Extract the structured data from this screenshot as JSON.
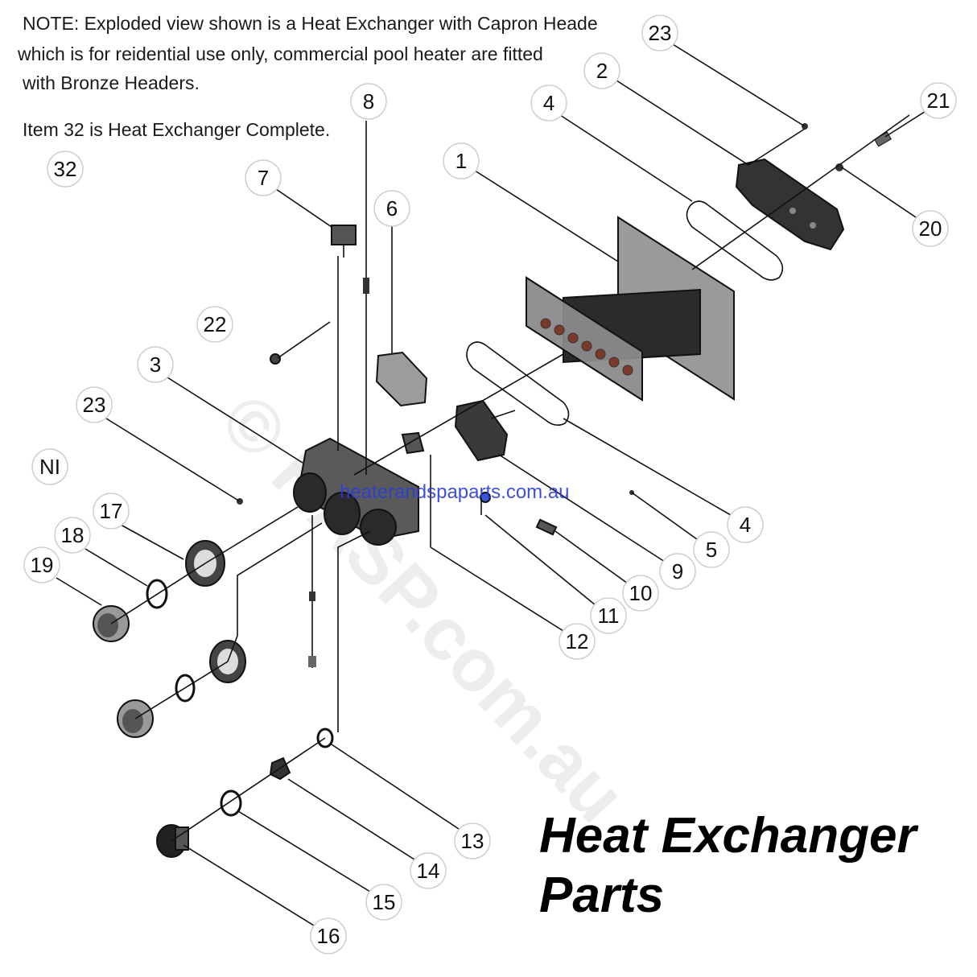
{
  "notes": {
    "line1": "NOTE: Exploded view shown is a Heat Exchanger with Capron Heade",
    "line2": "which is for reidential use only, commercial pool heater are fitted",
    "line3": "with Bronze Headers.",
    "item32": "Item 32 is Heat Exchanger Complete."
  },
  "title": {
    "line1": "Heat Exchanger",
    "line2": "Parts"
  },
  "watermark": {
    "site": "heaterandspaparts.com.au",
    "stamp": "© HASP.com.au"
  },
  "callouts": [
    "23",
    "2",
    "21",
    "4",
    "8",
    "1",
    "32",
    "7",
    "6",
    "20",
    "22",
    "3",
    "23",
    "NI",
    "17",
    "18",
    "19",
    "4",
    "5",
    "9",
    "10",
    "11",
    "12",
    "13",
    "14",
    "15",
    "16"
  ],
  "colors": {
    "accent_link": "#2a3dd6",
    "text": "#1a1a1a"
  }
}
